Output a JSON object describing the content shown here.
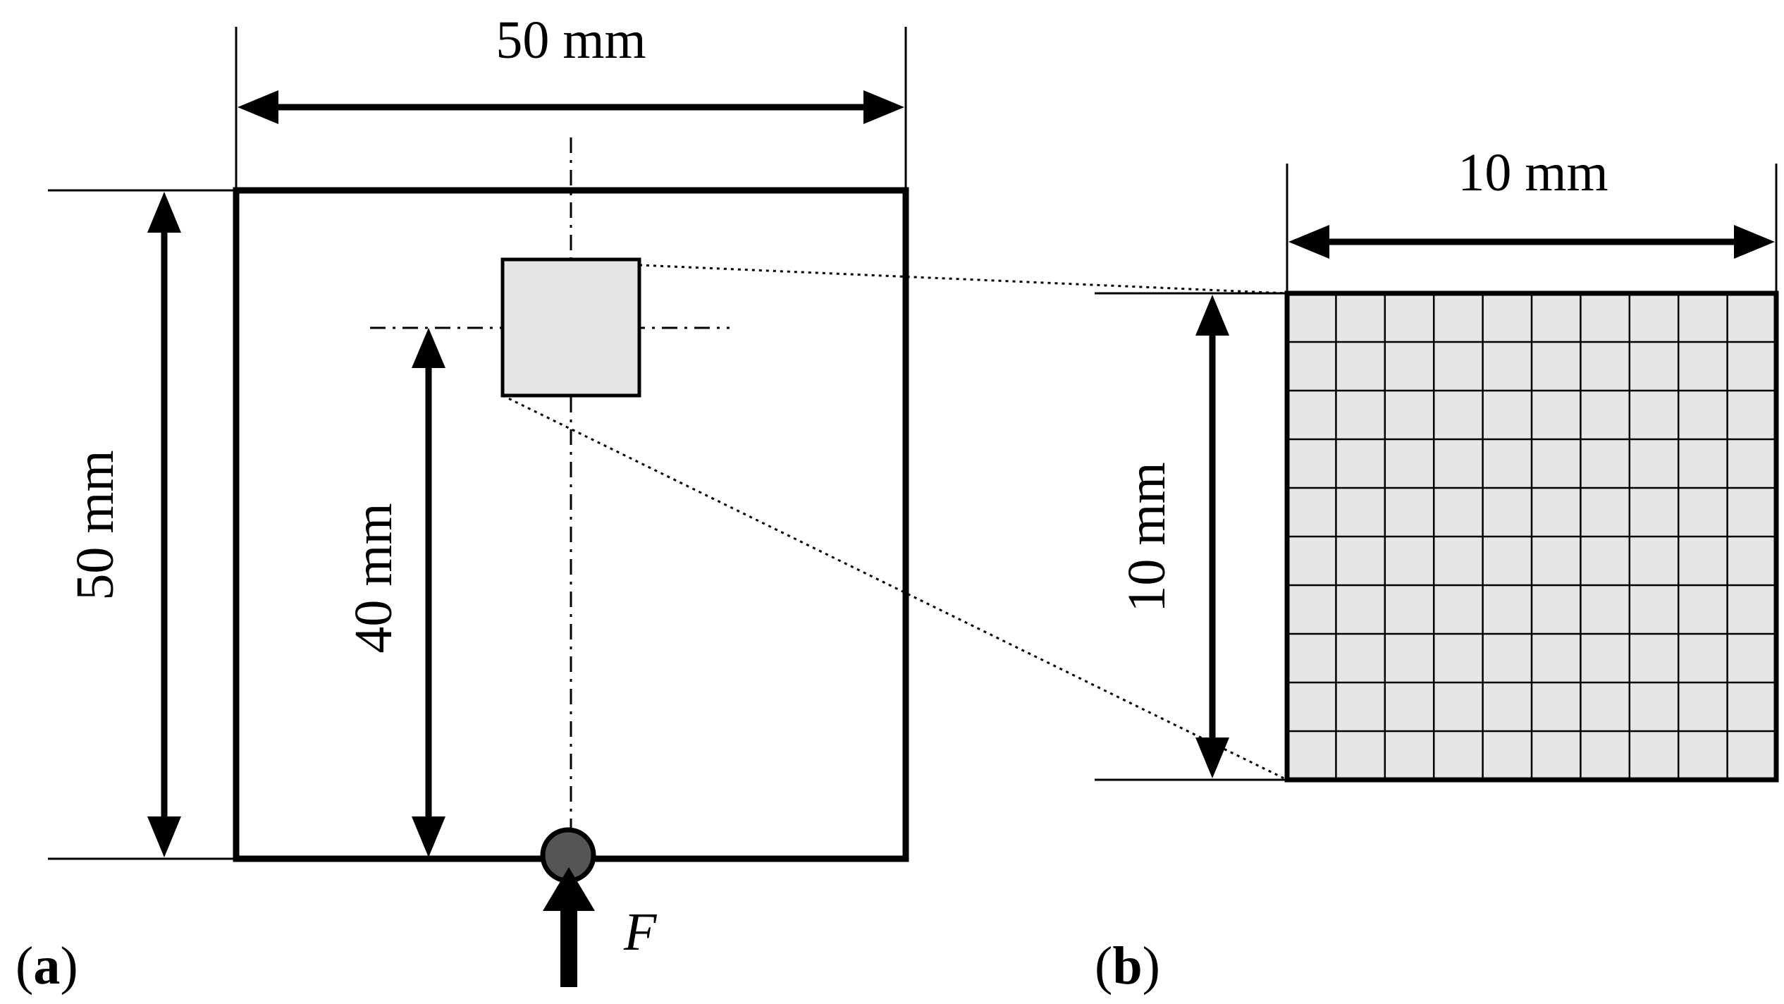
{
  "panel_a": {
    "label_open": "(",
    "label_letter": "a",
    "label_close": ")",
    "dim_width": "50 mm",
    "dim_height": "50 mm",
    "dim_offset": "40 mm",
    "force_label": "F"
  },
  "panel_b": {
    "label_open": "(",
    "label_letter": "b",
    "label_close": ")",
    "dim_width": "10 mm",
    "dim_height": "10 mm",
    "mesh_divisions": 10
  },
  "colors": {
    "line": "#000000",
    "fill_gray": "#e6e6e6",
    "node_fill": "#555555",
    "mesh_line": "#000000"
  }
}
